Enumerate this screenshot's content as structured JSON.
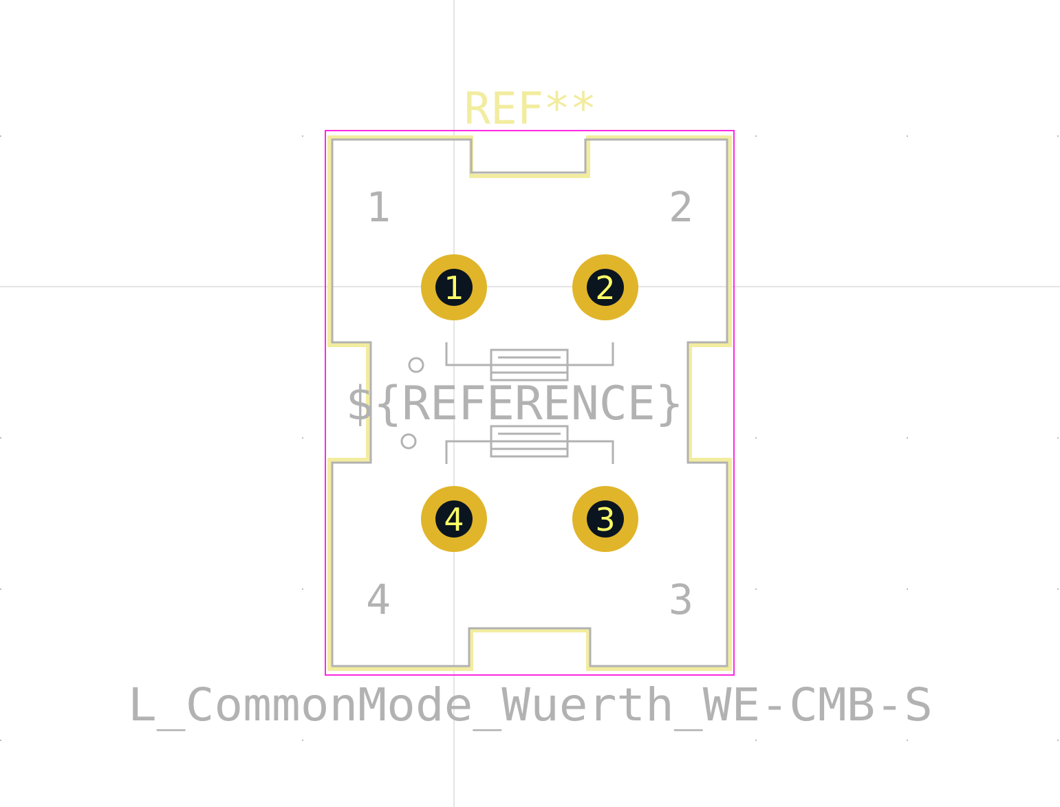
{
  "footprint": {
    "reference": "REF**",
    "reference_variable": "${REFERENCE}",
    "value": "L_CommonMode_Wuerth_WE-CMB-S"
  },
  "pin_labels": [
    "1",
    "2",
    "3",
    "4"
  ],
  "pads": [
    {
      "number": "1"
    },
    {
      "number": "2"
    },
    {
      "number": "3"
    },
    {
      "number": "4"
    }
  ],
  "colors": {
    "silkscreen": "#f2ec9f",
    "fab": "#b2b2b2",
    "courtyard": "#ff26e2",
    "pad_copper": "#e0b52a",
    "drill": "#0b1520",
    "pad_number": "#ffff66",
    "crosshair": "#c8c8c8"
  }
}
